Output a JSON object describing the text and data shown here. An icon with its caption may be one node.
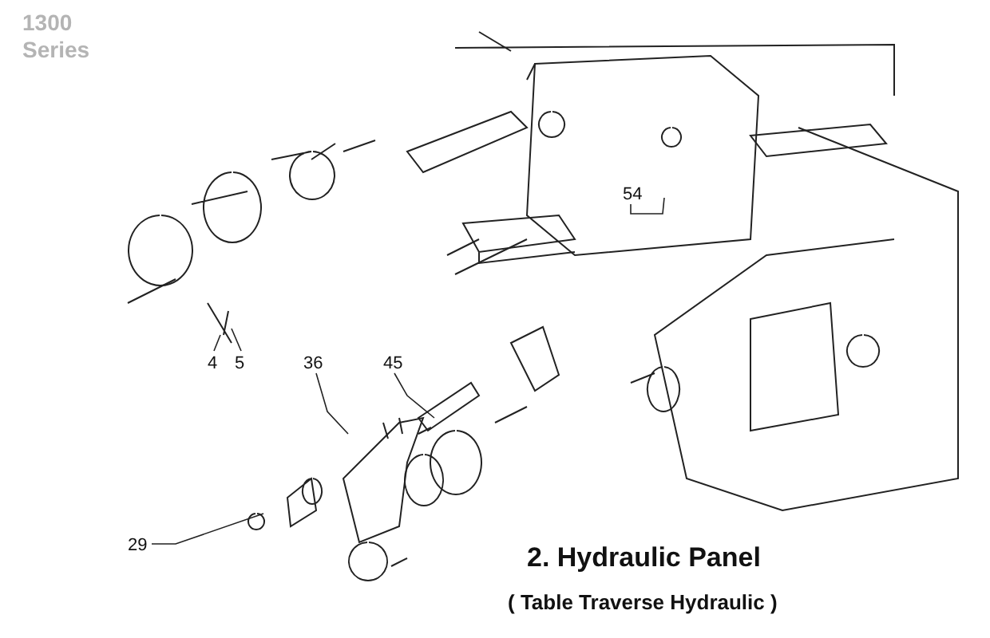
{
  "diagram": {
    "title": "2. Hydraulic Panel",
    "caption": "( Table Traverse Hydraulic )",
    "nodes": [
      {
        "text": [
          "54"
        ]
      },
      {
        "text": [
          "4"
        ]
      },
      {
        "text": [
          "5"
        ]
      },
      {
        "text": [
          "36"
        ]
      },
      {
        "text": [
          "45"
        ]
      },
      {
        "text": [
          "29"
        ]
      }
    ],
    "edges": [
      {
        "from": 0,
        "to": null,
        "arrow": "none"
      },
      {
        "from": 1,
        "to": null,
        "arrow": "none"
      },
      {
        "from": 2,
        "to": null,
        "arrow": "none"
      },
      {
        "from": 3,
        "to": null,
        "arrow": "none"
      },
      {
        "from": 4,
        "to": null,
        "arrow": "none"
      },
      {
        "from": 5,
        "to": null,
        "arrow": "none"
      }
    ],
    "labels": [
      "1300 Series"
    ]
  }
}
